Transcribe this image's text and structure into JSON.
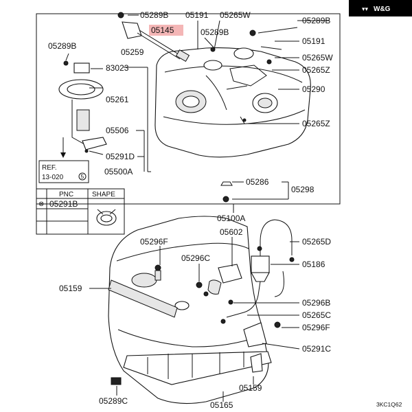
{
  "brand": {
    "text": "W&G"
  },
  "figure_code": "3KC1Q62",
  "ref_box": {
    "line1": "REF.",
    "line2": "13-020",
    "circle_num": "5"
  },
  "pnc_table": {
    "col1": "PNC",
    "col2": "SHAPE",
    "row1_pnc": "05291B"
  },
  "highlighted_part": {
    "text": "05145",
    "color": "#f4b6b6"
  },
  "labels": {
    "p05289B_top": "05289B",
    "p05191_top": "05191",
    "p05265W_top": "05265W",
    "p05289B_right": "05289B",
    "p05289B_mid": "05289B",
    "p05191_right": "05191",
    "p05265W_right": "05265W",
    "p05259": "05259",
    "p05289B_left": "05289B",
    "p83023": "83023",
    "p05265Z_a": "05265Z",
    "p05261": "05261",
    "p05290": "05290",
    "p05506": "05506",
    "p05265Z_b": "05265Z",
    "p05291D": "05291D",
    "p05500A": "05500A",
    "p05286": "05286",
    "p05298": "05298",
    "p05100A": "05100A",
    "p05602": "05602",
    "p05296F_a": "05296F",
    "p05265D": "05265D",
    "p05296C": "05296C",
    "p05186": "05186",
    "p05159_a": "05159",
    "p05296B": "05296B",
    "p05265C": "05265C",
    "p05296F_b": "05296F",
    "p05291C": "05291C",
    "p05159_b": "05159",
    "p05289C": "05289C",
    "p05165": "05165"
  }
}
